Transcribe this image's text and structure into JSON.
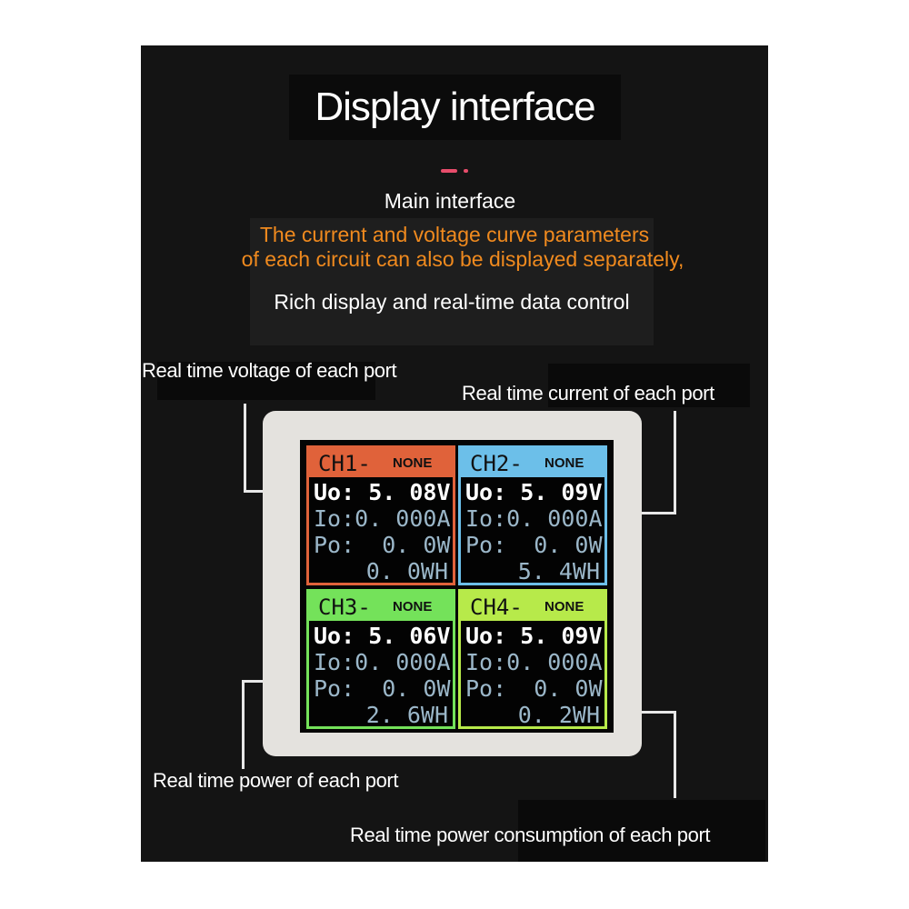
{
  "header": {
    "title": "Display interface"
  },
  "intro": {
    "heading": "Main interface",
    "orange_line_1": "The current and voltage curve parameters",
    "orange_line_2": "of each circuit can also be displayed separately,",
    "tagline": "Rich display and real-time data control"
  },
  "callouts": {
    "voltage": "Real time voltage of each port",
    "current": "Real time current of each port",
    "power": "Real time power of each port",
    "consumption": "Real time power consumption of each port"
  },
  "colors": {
    "accent_orange": "#f08a1e",
    "ch1": "#e0623a",
    "ch2": "#6cbfe9",
    "ch3": "#74e25a",
    "ch4": "#b7ea4a"
  },
  "channels": [
    {
      "name": "CH1-",
      "mode": "NONE",
      "voltage": "Uo: 5. 08V",
      "current": "Io:0. 000A",
      "power": "Po:  0. 0W",
      "energy": "0. 0WH"
    },
    {
      "name": "CH2-",
      "mode": "NONE",
      "voltage": "Uo: 5. 09V",
      "current": "Io:0. 000A",
      "power": "Po:  0. 0W",
      "energy": "5. 4WH"
    },
    {
      "name": "CH3-",
      "mode": "NONE",
      "voltage": "Uo: 5. 06V",
      "current": "Io:0. 000A",
      "power": "Po:  0. 0W",
      "energy": "2. 6WH"
    },
    {
      "name": "CH4-",
      "mode": "NONE",
      "voltage": "Uo: 5. 09V",
      "current": "Io:0. 000A",
      "power": "Po:  0. 0W",
      "energy": "0. 2WH"
    }
  ]
}
